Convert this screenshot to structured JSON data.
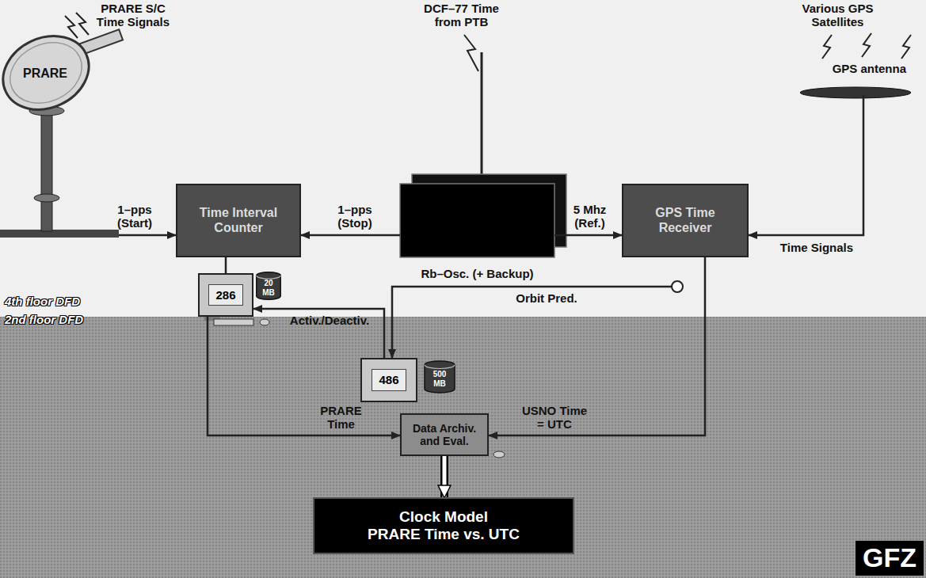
{
  "diagram": {
    "nodes": [
      {
        "text": [
          "PRARE"
        ]
      },
      {
        "text": [
          "Time Interval Counter"
        ]
      },
      {
        "text": [
          "Rb–Osc. (+ Backup)"
        ]
      },
      {
        "text": [
          "GPS Time Receiver"
        ]
      },
      {
        "text": [
          "GPS antenna"
        ]
      },
      {
        "text": [
          "286"
        ]
      },
      {
        "text": [
          "20 MB"
        ]
      },
      {
        "text": [
          "486"
        ]
      },
      {
        "text": [
          "500 MB"
        ]
      },
      {
        "text": [
          "Data Archiv. and Eval."
        ]
      },
      {
        "text": [
          "Clock Model",
          "PRARE Time vs. UTC"
        ]
      },
      {
        "text": [
          "GFZ"
        ]
      }
    ],
    "edges": [
      {
        "from": 0,
        "to": 1,
        "label": "1–pps (Start)",
        "arrow": "to"
      },
      {
        "from": 2,
        "to": 1,
        "label": "1–pps (Stop)",
        "arrow": "to"
      },
      {
        "from": 2,
        "to": 3,
        "label": "5 Mhz (Ref.)",
        "arrow": "to"
      },
      {
        "from": 4,
        "to": 3,
        "label": "Time Signals",
        "arrow": "to"
      },
      {
        "from": 1,
        "to": 5,
        "arrow": "none"
      },
      {
        "from": 7,
        "to": 5,
        "label": "Activ./Deactiv.",
        "arrow": "to"
      },
      {
        "from": 5,
        "to": 9,
        "label": "PRARE Time",
        "arrow": "to"
      },
      {
        "from": 3,
        "to": 9,
        "label": "USNO Time = UTC",
        "arrow": "to"
      },
      {
        "from": 9,
        "to": 10,
        "arrow": "to"
      }
    ],
    "labels": [
      "PRARE S/C Time Signals",
      "DCF–77 Time from PTB",
      "Various GPS Satellites",
      "Orbit Pred.",
      "4th floor DFD",
      "2nd floor DFD"
    ]
  }
}
